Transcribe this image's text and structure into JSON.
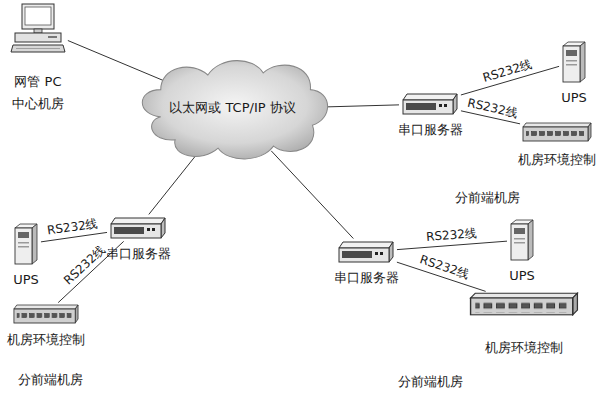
{
  "diagram": {
    "nodes": [
      {
        "text": [
          "网管 PC",
          "中心机房"
        ]
      },
      {
        "text": [
          "以太网或 TCP/IP 协议"
        ]
      },
      {
        "text": [
          "串口服务器"
        ]
      },
      {
        "text": [
          "UPS"
        ]
      },
      {
        "text": [
          "机房环境控制"
        ]
      },
      {
        "text": [
          "串口服务器"
        ]
      },
      {
        "text": [
          "UPS"
        ]
      },
      {
        "text": [
          "机房环境控制"
        ]
      },
      {
        "text": [
          "串口服务器"
        ]
      },
      {
        "text": [
          "UPS"
        ]
      },
      {
        "text": [
          "机房环境控制"
        ]
      }
    ],
    "edges": [
      {
        "from": 0,
        "to": 1,
        "arrow": "none"
      },
      {
        "from": 1,
        "to": 2,
        "arrow": "none"
      },
      {
        "from": 1,
        "to": 5,
        "arrow": "none"
      },
      {
        "from": 1,
        "to": 8,
        "arrow": "none"
      },
      {
        "from": 2,
        "to": 3,
        "label": "RS232线",
        "arrow": "none"
      },
      {
        "from": 2,
        "to": 4,
        "label": "RS232线",
        "arrow": "none"
      },
      {
        "from": 5,
        "to": 6,
        "label": "RS232线",
        "arrow": "none"
      },
      {
        "from": 5,
        "to": 7,
        "label": "RS232线",
        "arrow": "none"
      },
      {
        "from": 8,
        "to": 9,
        "label": "RS232线",
        "arrow": "none"
      },
      {
        "from": 8,
        "to": 10,
        "label": "RS232线",
        "arrow": "none"
      }
    ],
    "labels": [
      "分前端机房",
      "分前端机房",
      "分前端机房"
    ]
  }
}
